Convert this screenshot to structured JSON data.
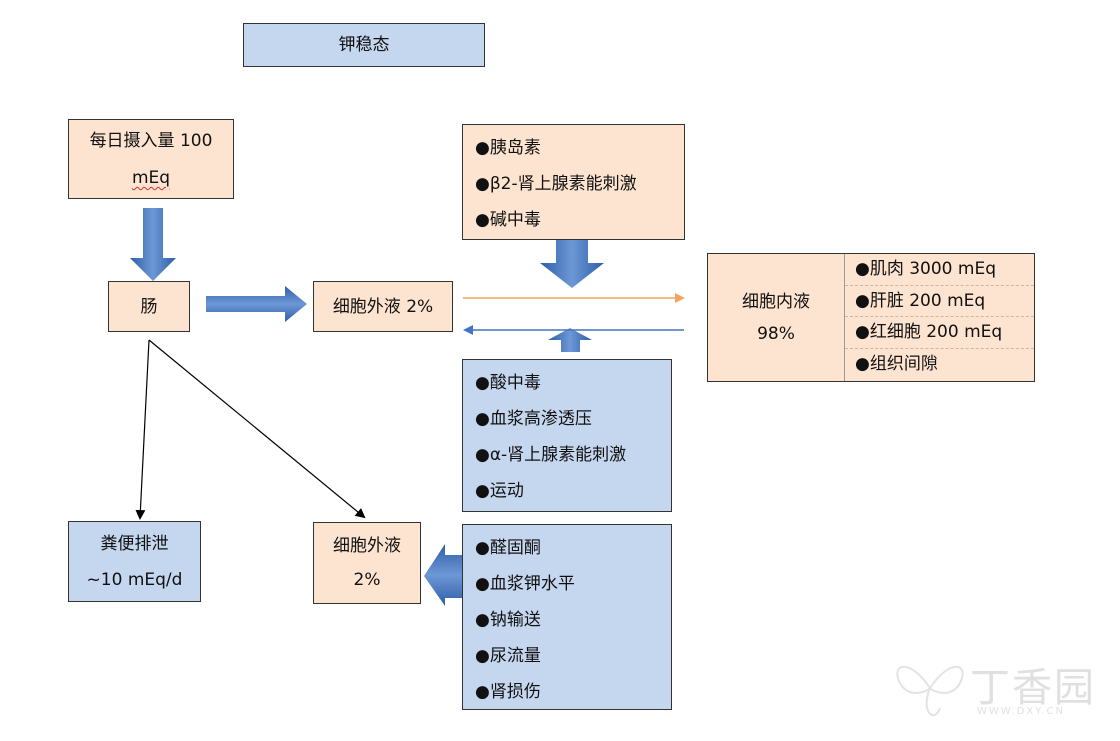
{
  "title": "钾稳态",
  "daily_intake": {
    "line1": "每日摄入量 100",
    "line2": "mEq"
  },
  "intestine": "肠",
  "ecf_top": "细胞外液 2%",
  "ecf_bottom": {
    "line1": "细胞外液",
    "line2": "2%"
  },
  "feces": {
    "line1": "粪便排泄",
    "line2": "~10 mEq/d"
  },
  "icf": {
    "line1": "细胞内液",
    "line2": "98%"
  },
  "icf_items": [
    "●肌肉 3000 mEq",
    "●肝脏 200 mEq",
    "●红细胞 200 mEq",
    "●组织间隙"
  ],
  "into_cell_factors": [
    "●胰岛素",
    "●β2-肾上腺素能刺激",
    "●碱中毒"
  ],
  "out_of_cell_factors": [
    "●酸中毒",
    "●血浆高渗透压",
    "●α-肾上腺素能刺激",
    "●运动"
  ],
  "renal_factors": [
    "●醛固酮",
    "●血浆钾水平",
    "●钠输送",
    "●尿流量",
    "●肾损伤"
  ],
  "watermark": {
    "text": "丁香园",
    "sub": "WWW.DXY.CN"
  },
  "colors": {
    "peach": "#fde4d0",
    "blue": "#c5d7ee",
    "arrow_blue": "#4472c4",
    "arrow_orange": "#f4a460"
  }
}
